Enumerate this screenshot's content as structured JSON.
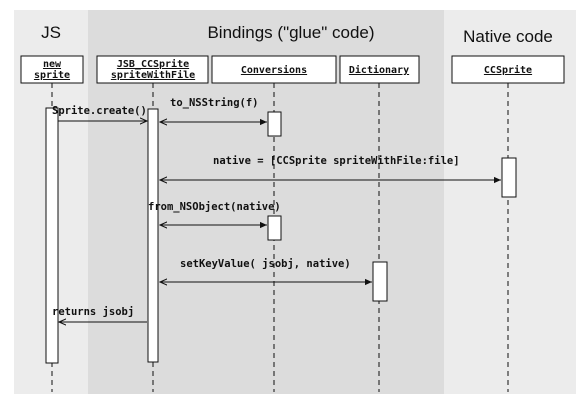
{
  "regions": {
    "js": "JS",
    "bindings": "Bindings (\"glue\" code)",
    "native": "Native code"
  },
  "lifelines": {
    "new_sprite": [
      "new",
      "sprite"
    ],
    "jsb": [
      "JSB_CCSprite",
      "spriteWithFile"
    ],
    "conversions": [
      "Conversions"
    ],
    "dictionary": [
      "Dictionary"
    ],
    "ccsprite": [
      "CCSprite"
    ]
  },
  "messages": {
    "sprite_create": "Sprite.create()",
    "to_nsstring": "to_NSString(f)",
    "native_call": "native = [CCSprite spriteWithFile:file]",
    "from_nsobject": "from_NSObject(native)",
    "set_key_value": "setKeyValue( jsobj, native)",
    "returns": "returns jsobj"
  },
  "colors": {
    "js_region": "#ececec",
    "bindings_region": "#dcdcdc",
    "native_region": "#ececec",
    "stroke": "#111111"
  }
}
